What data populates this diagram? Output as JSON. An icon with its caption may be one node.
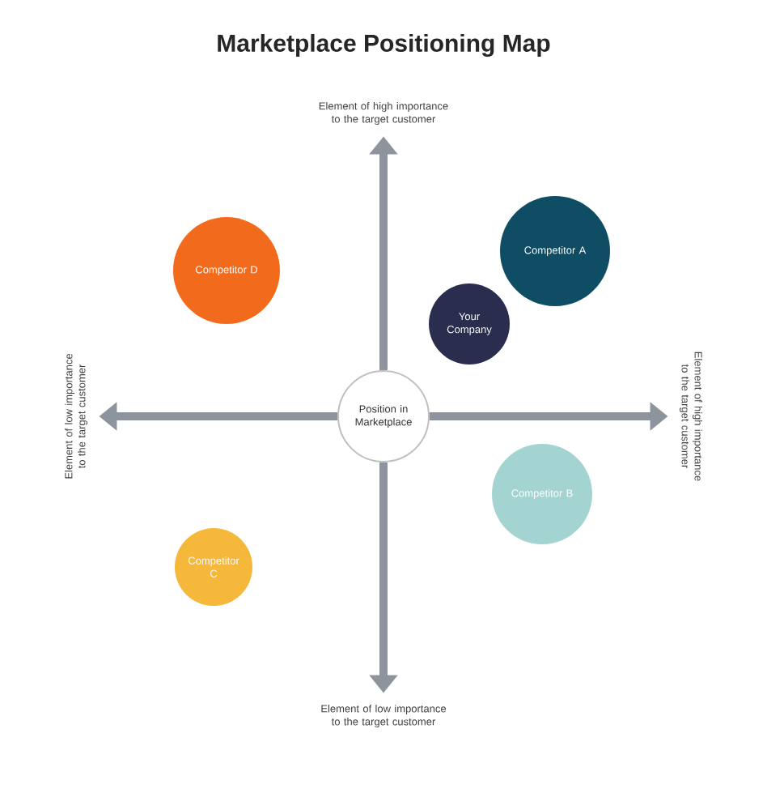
{
  "diagram": {
    "title": "Marketplace Positioning Map",
    "nodes": [
      {
        "text": [
          "Element of high importance to the target customer"
        ]
      },
      {
        "text": [
          "Competitor D"
        ]
      },
      {
        "text": [
          "Competitor A"
        ]
      },
      {
        "text": [
          "Your Company"
        ]
      },
      {
        "text": [
          "Element of low importance to the target customer"
        ]
      },
      {
        "text": [
          "Position in Marketplace"
        ]
      },
      {
        "text": [
          "Element of high importance to the target customer"
        ]
      },
      {
        "text": [
          "Competitor B"
        ]
      },
      {
        "text": [
          "Competitor C"
        ]
      },
      {
        "text": [
          "Element of low importance to the target customer"
        ]
      }
    ],
    "edges": [
      {
        "from": 5,
        "to": 0,
        "arrow": "to"
      },
      {
        "from": 5,
        "to": 4,
        "arrow": "to"
      },
      {
        "from": 5,
        "to": 6,
        "arrow": "to"
      },
      {
        "from": 5,
        "to": 9,
        "arrow": "to"
      }
    ]
  }
}
